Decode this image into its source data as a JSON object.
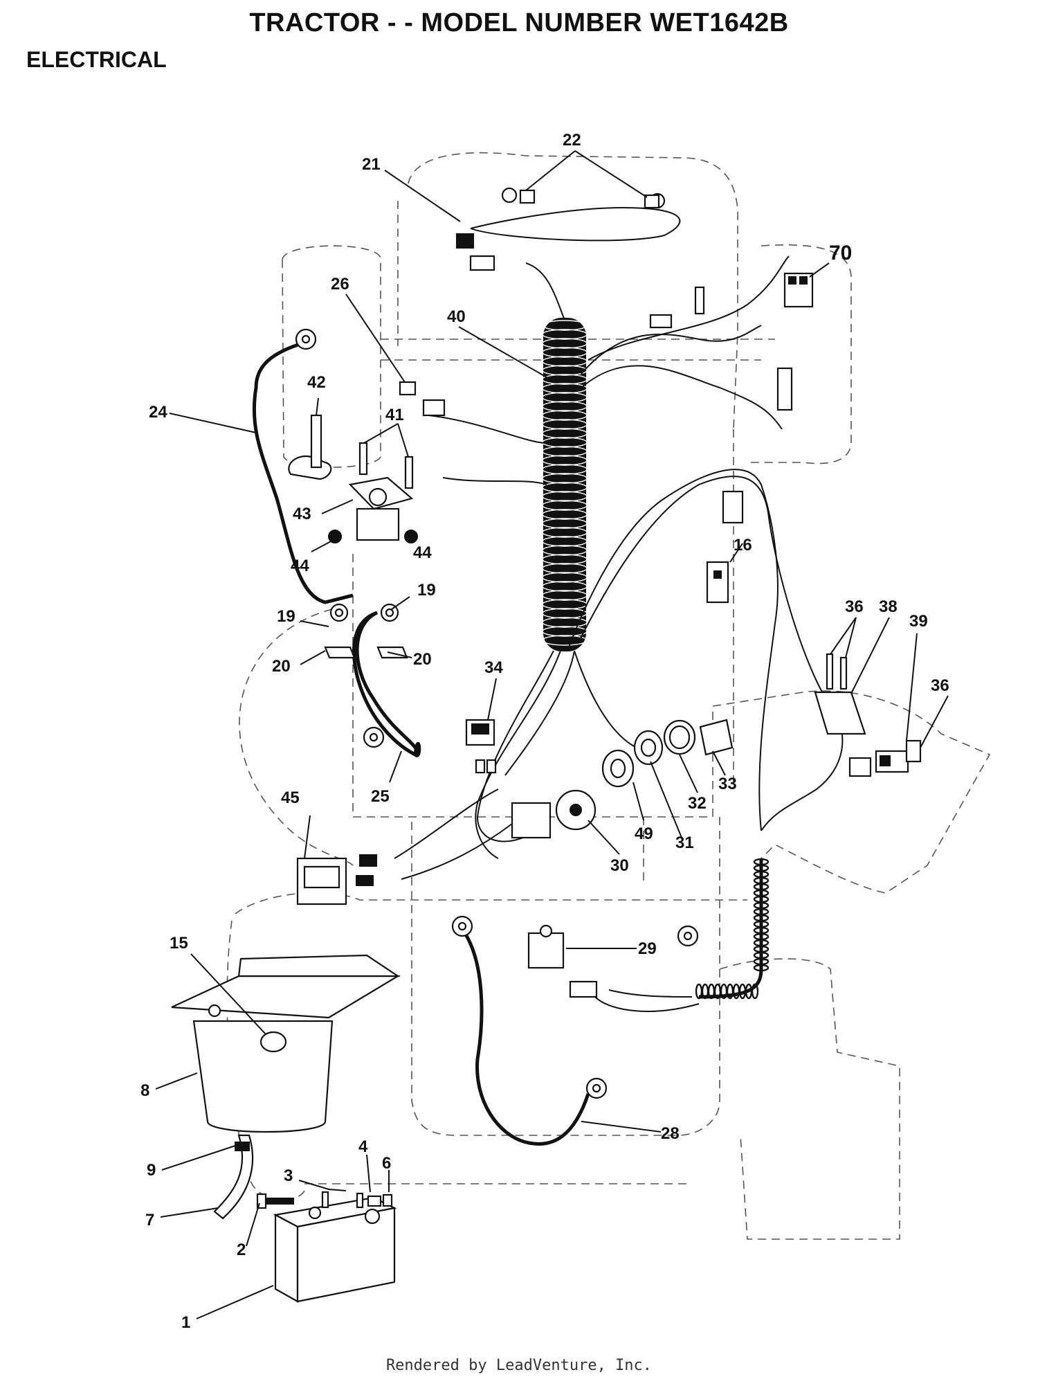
{
  "header": {
    "title": "TRACTOR - - MODEL NUMBER WET1642B",
    "section": "ELECTRICAL"
  },
  "footer": {
    "credit": "Rendered by LeadVenture, Inc."
  },
  "callouts": [
    {
      "key": "1",
      "label": "1"
    },
    {
      "key": "2",
      "label": "2"
    },
    {
      "key": "3",
      "label": "3"
    },
    {
      "key": "4",
      "label": "4"
    },
    {
      "key": "6",
      "label": "6"
    },
    {
      "key": "7",
      "label": "7"
    },
    {
      "key": "8",
      "label": "8"
    },
    {
      "key": "9",
      "label": "9"
    },
    {
      "key": "15",
      "label": "15"
    },
    {
      "key": "16",
      "label": "16"
    },
    {
      "key": "19a",
      "label": "19"
    },
    {
      "key": "19b",
      "label": "19"
    },
    {
      "key": "20a",
      "label": "20"
    },
    {
      "key": "20b",
      "label": "20"
    },
    {
      "key": "21",
      "label": "21"
    },
    {
      "key": "22",
      "label": "22"
    },
    {
      "key": "24",
      "label": "24"
    },
    {
      "key": "25",
      "label": "25"
    },
    {
      "key": "26",
      "label": "26"
    },
    {
      "key": "28",
      "label": "28"
    },
    {
      "key": "29",
      "label": "29"
    },
    {
      "key": "30",
      "label": "30"
    },
    {
      "key": "31",
      "label": "31"
    },
    {
      "key": "32",
      "label": "32"
    },
    {
      "key": "33",
      "label": "33"
    },
    {
      "key": "34",
      "label": "34"
    },
    {
      "key": "36a",
      "label": "36"
    },
    {
      "key": "36b",
      "label": "36"
    },
    {
      "key": "38",
      "label": "38"
    },
    {
      "key": "39",
      "label": "39"
    },
    {
      "key": "40",
      "label": "40"
    },
    {
      "key": "41",
      "label": "41"
    },
    {
      "key": "42",
      "label": "42"
    },
    {
      "key": "43",
      "label": "43"
    },
    {
      "key": "44a",
      "label": "44"
    },
    {
      "key": "44b",
      "label": "44"
    },
    {
      "key": "45",
      "label": "45"
    },
    {
      "key": "49",
      "label": "49"
    },
    {
      "key": "70",
      "label": "70"
    }
  ]
}
